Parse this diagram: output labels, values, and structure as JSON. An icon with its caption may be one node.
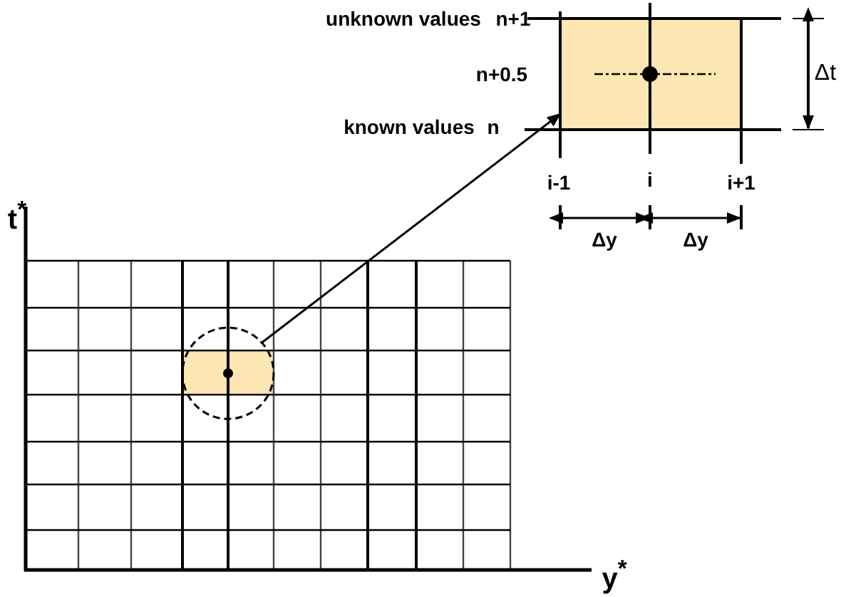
{
  "diagram": {
    "nodes": [
      {
        "text": [],
        "shape": "circle"
      },
      {
        "text": [],
        "shape": "box"
      }
    ],
    "edges": [
      {
        "from": 0,
        "to": 1,
        "arrow": "to"
      }
    ],
    "labels": [
      "unknown values",
      "n+1",
      "n+0.5",
      "known values",
      "n",
      "Δt",
      "t$^{*}$",
      "i-1",
      "i",
      "i+1",
      "Δy",
      "Δy",
      "y$^{*}$"
    ]
  }
}
